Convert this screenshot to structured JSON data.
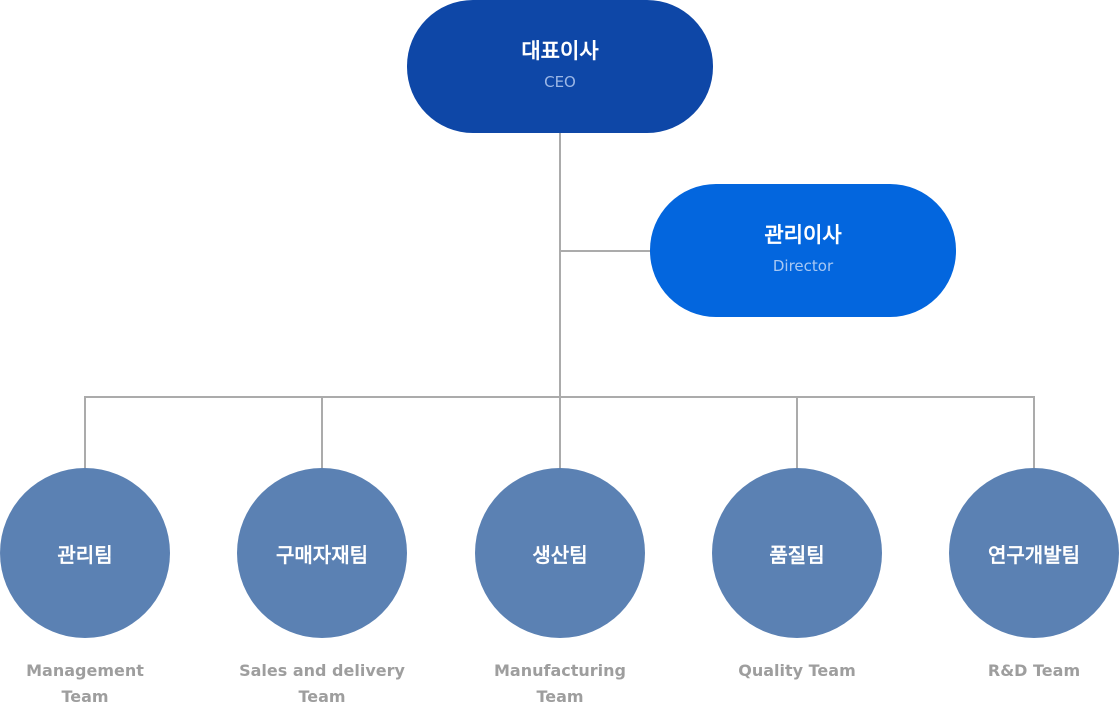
{
  "colors": {
    "ceo": "#0e47a7",
    "director": "#0366de",
    "team": "#5b81b3",
    "connector": "#ababab",
    "team_label": "#9e9e9e"
  },
  "ceo": {
    "title": "대표이사",
    "subtitle": "CEO"
  },
  "director": {
    "title": "관리이사",
    "subtitle": "Director"
  },
  "teams": [
    {
      "title": "관리팀",
      "label_line1": "Management",
      "label_line2": "Team"
    },
    {
      "title": "구매자재팀",
      "label_line1": "Sales and delivery",
      "label_line2": "Team"
    },
    {
      "title": "생산팀",
      "label_line1": "Manufacturing",
      "label_line2": "Team"
    },
    {
      "title": "품질팀",
      "label_line1": "Quality Team",
      "label_line2": ""
    },
    {
      "title": "연구개발팀",
      "label_line1": "R&D Team",
      "label_line2": ""
    }
  ]
}
